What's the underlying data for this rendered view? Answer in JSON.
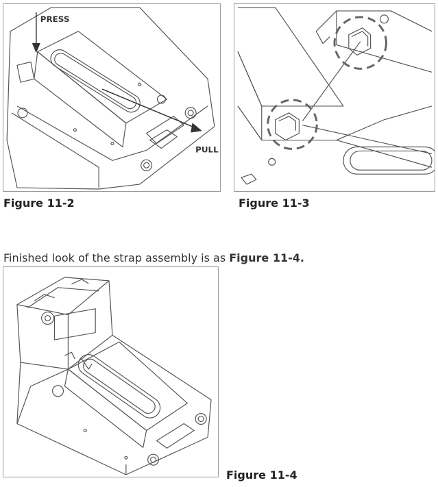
{
  "figures": [
    {
      "caption": "Figure 11-2",
      "labels": {
        "press": "PRESS",
        "pull": "PULL"
      }
    },
    {
      "caption": "Figure 11-3"
    },
    {
      "caption": "Figure 11-4"
    }
  ],
  "paragraph": {
    "text": "Finished look of the strap assembly is as ",
    "reference": "Figure 11-4."
  },
  "colors": {
    "line": "#555555",
    "border": "#9a9a9a"
  }
}
